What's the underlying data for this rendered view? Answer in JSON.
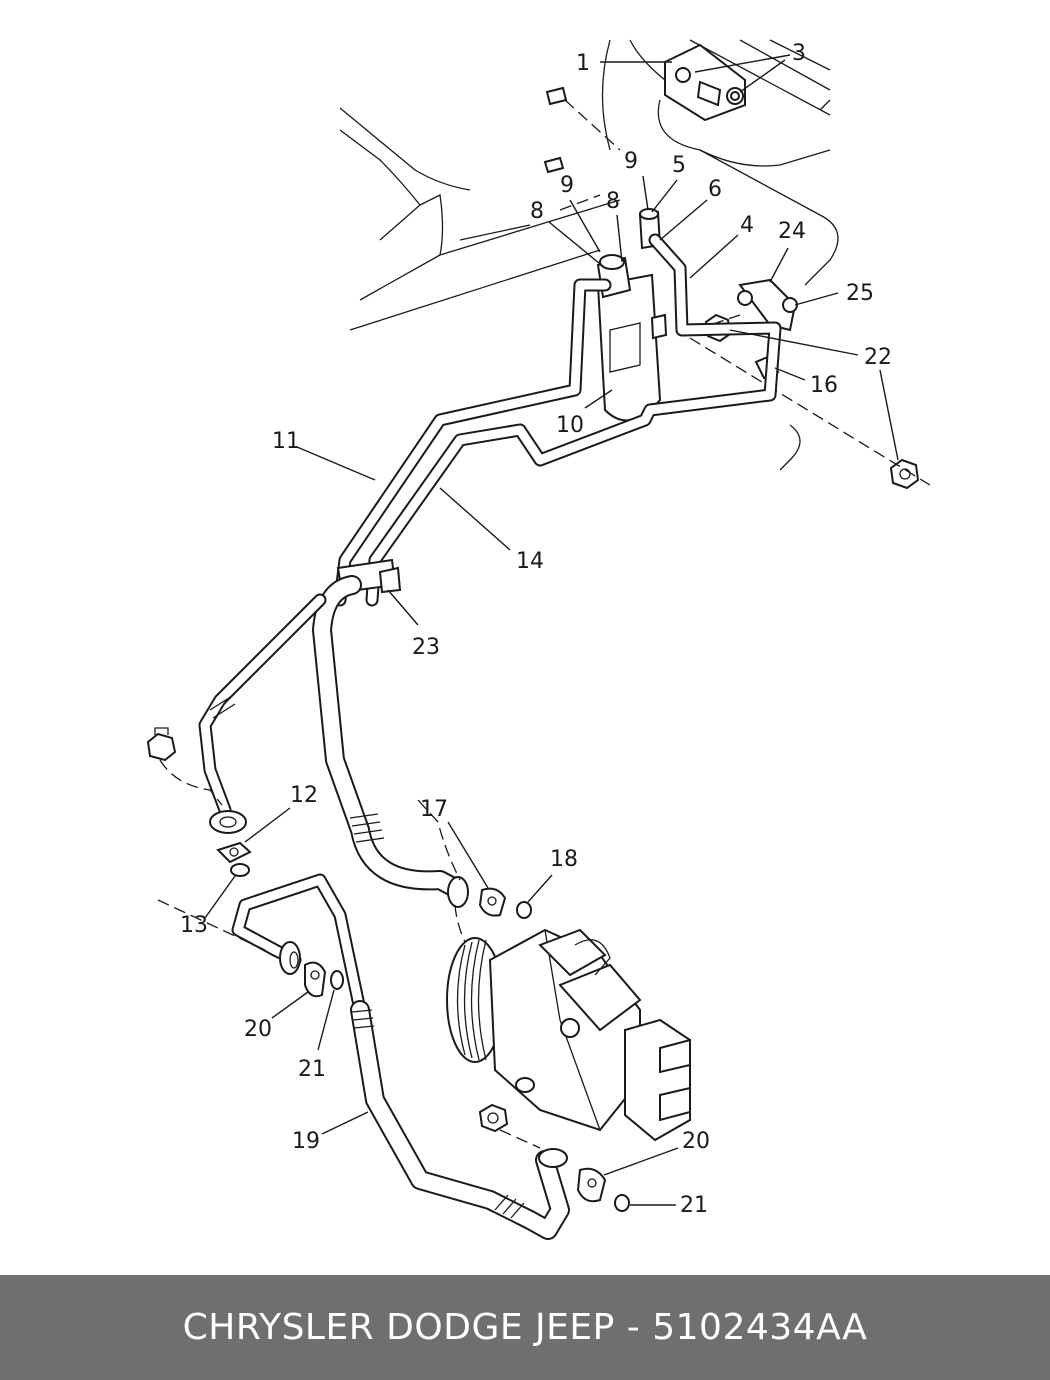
{
  "diagram": {
    "callouts": {
      "c1": "1",
      "c3": "3",
      "c9a": "9",
      "c5": "5",
      "c9b": "9",
      "c6": "6",
      "c8a": "8",
      "c8b": "8",
      "c4": "4",
      "c24": "24",
      "c25": "25",
      "c22": "22",
      "c16": "16",
      "c10": "10",
      "c11": "11",
      "c14": "14",
      "c23": "23",
      "c12": "12",
      "c17": "17",
      "c18": "18",
      "c13": "13",
      "c20a": "20",
      "c21a": "21",
      "c19": "19",
      "c20b": "20",
      "c21b": "21"
    }
  },
  "footer": {
    "title": "CHRYSLER DODGE JEEP - 5102434AA"
  },
  "colors": {
    "footer_bg": "#6f6f6f",
    "footer_text": "#ffffff",
    "line": "#1a1a1a"
  }
}
